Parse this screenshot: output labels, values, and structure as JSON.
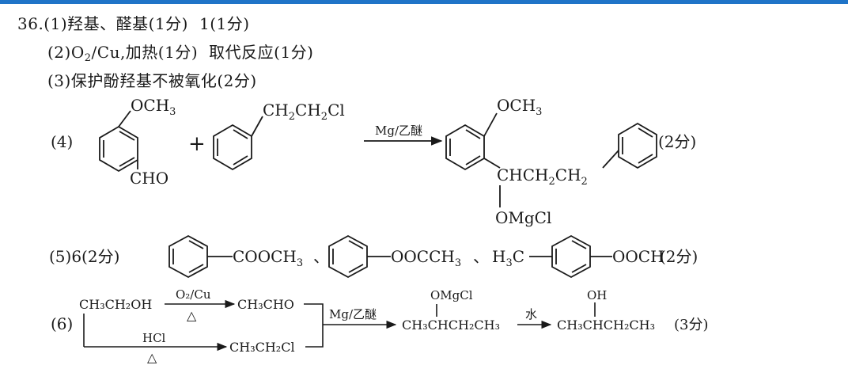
{
  "answers": {
    "q1_prefix": "36.(1)",
    "q1_text": "羟基、醛基(1分)",
    "q1_extra": "1(1分)",
    "q2_prefix": "(2)",
    "q2_a": "O",
    "q2_sub": "2",
    "q2_b": "/Cu,加热(1分)",
    "q2_extra": "取代反应(1分)",
    "q3_prefix": "(3)",
    "q3_text": "保护酚羟基不被氧化(2分)",
    "q4_label": "(4)",
    "q4_plus": "+",
    "q4_reagent": "Mg/乙醚",
    "q4_score": "(2分)",
    "q4_r1_top": "OCH",
    "q4_r1_top_sub": "3",
    "q4_r1_bottom": "CHO",
    "q4_r2_a": "CH",
    "q4_r2_s1": "2",
    "q4_r2_b": "CH",
    "q4_r2_s2": "2",
    "q4_r2_c": "Cl",
    "q4_p_top": "OCH",
    "q4_p_top_sub": "3",
    "q4_p_chain_a": "CHCH",
    "q4_p_chain_s1": "2",
    "q4_p_chain_b": "CH",
    "q4_p_chain_s2": "2",
    "q4_p_omgcl": "OMgCl",
    "q5_label": "(5)6(2分)",
    "q5_iso1_a": "COOCH",
    "q5_iso1_s": "3",
    "q5_sep": "、",
    "q5_iso2_a": "OOCCH",
    "q5_iso2_s": "3",
    "q5_iso3_pre_a": "H",
    "q5_iso3_pre_s": "3",
    "q5_iso3_pre_b": "C",
    "q5_iso3": "OOCH",
    "q5_score": "(2分)",
    "q6_label": "(6)",
    "q6_start": "CH₃CH₂OH",
    "q6_reagent1": "O₂/Cu",
    "q6_delta": "△",
    "q6_aldehyde": "CH₃CHO",
    "q6_reagent2": "HCl",
    "q6_chloride": "CH₃CH₂Cl",
    "q6_reagent3": "Mg/乙醚",
    "q6_omgcl": "OMgCl",
    "q6_intermediate": "CH₃CHCH₂CH₃",
    "q6_reagent4": "水",
    "q6_oh": "OH",
    "q6_product": "CH₃CHCH₂CH₃",
    "q6_score": "(3分)"
  }
}
